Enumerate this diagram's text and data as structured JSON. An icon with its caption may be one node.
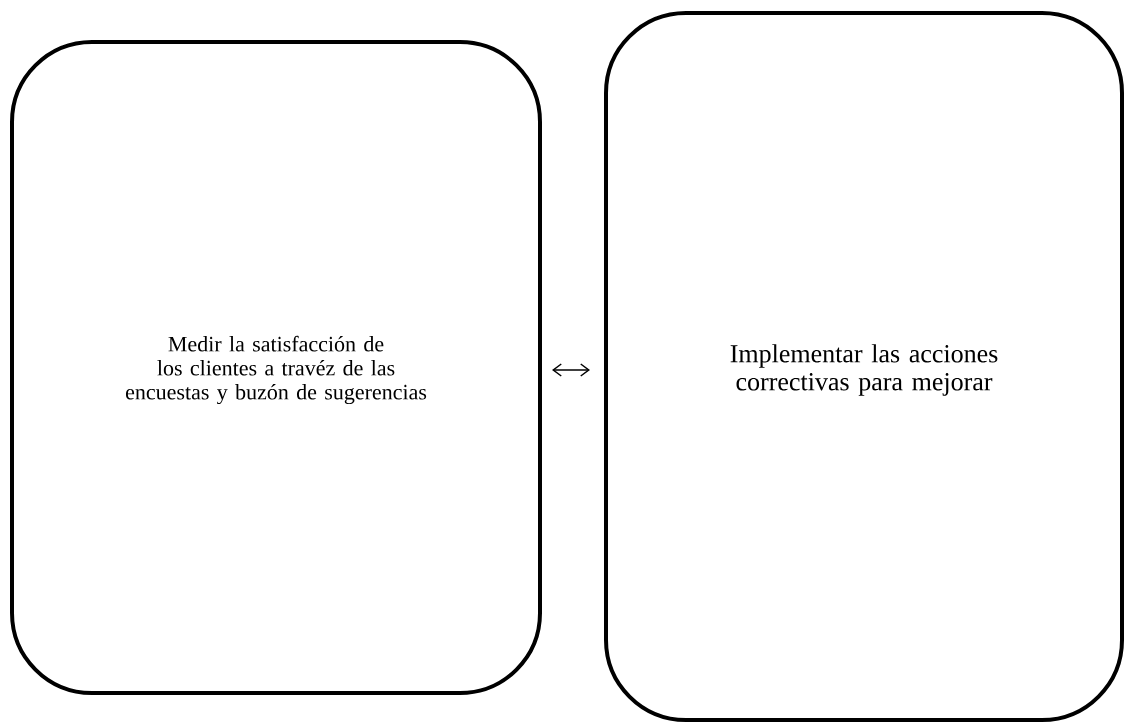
{
  "diagram": {
    "nodes": [
      {
        "text": [
          "Medir la satisfacción de los clientes a travéz de las encuestas y buzón de sugerencias"
        ]
      },
      {
        "text": [
          "Implementar las acciones correctivas para mejorar"
        ]
      }
    ],
    "edges": [
      {
        "from": 0,
        "to": 1,
        "arrow": "both"
      }
    ]
  }
}
